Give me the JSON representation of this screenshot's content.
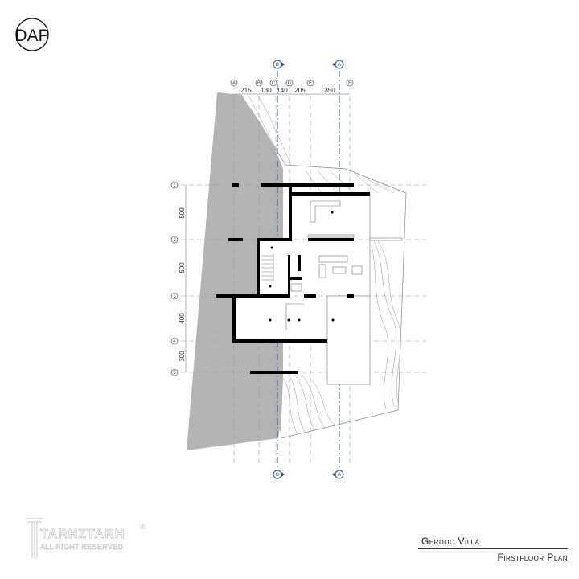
{
  "logo": {
    "text": "DAP"
  },
  "columns": [
    {
      "label": "A"
    },
    {
      "label": "B"
    },
    {
      "label": "C"
    },
    {
      "label": "D"
    },
    {
      "label": "E"
    },
    {
      "label": "F"
    }
  ],
  "column_dimensions": [
    "215",
    "130",
    "140",
    "205",
    "350"
  ],
  "rows": [
    {
      "label": "1"
    },
    {
      "label": "2"
    },
    {
      "label": "3"
    },
    {
      "label": "4"
    },
    {
      "label": "5"
    }
  ],
  "row_dimensions": [
    "500",
    "500",
    "400",
    "300"
  ],
  "section_markers": [
    {
      "label": "B"
    },
    {
      "label": "A"
    }
  ],
  "watermark": {
    "brand": "TARHZTARH",
    "tagline": "ALL RIGHT RESERVED",
    "reg": "®"
  },
  "title_block": {
    "project": "Gerdoo Villa",
    "sheet": "Firstfloor Plan"
  },
  "colors": {
    "terrain": "#b4b4b4",
    "wall": "#000000",
    "section_line": "#2f4f8f"
  }
}
